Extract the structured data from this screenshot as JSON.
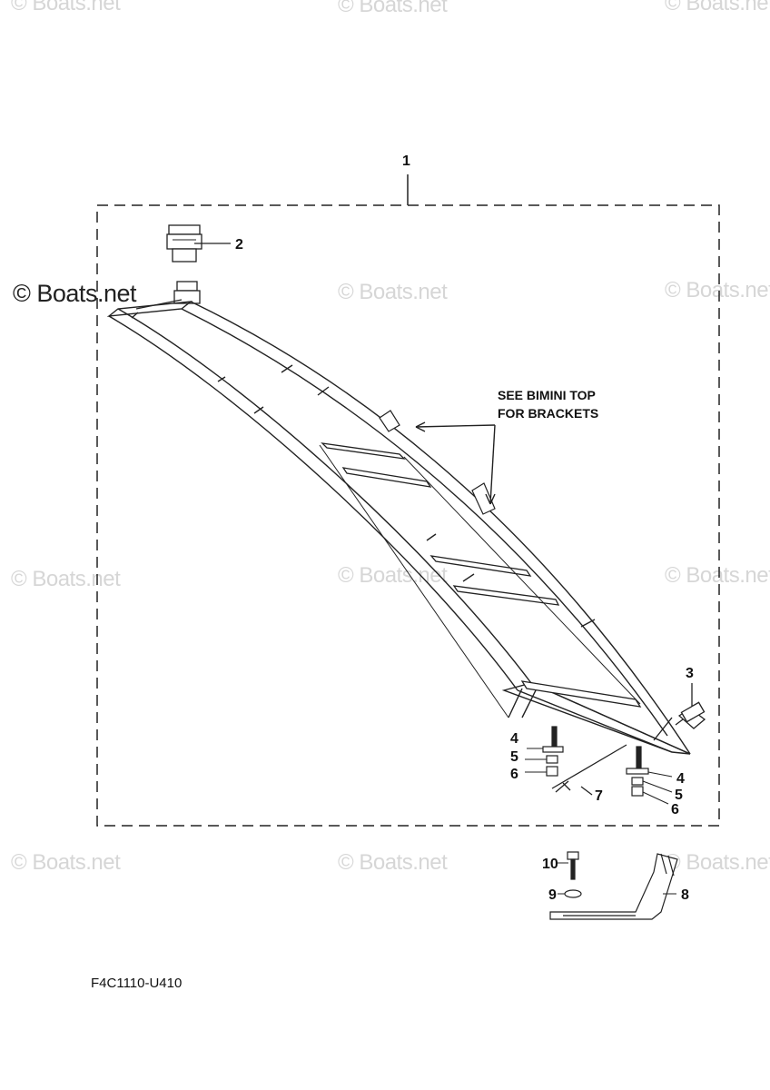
{
  "watermark": "© Boats.net",
  "note": {
    "line1": "SEE BIMINI TOP",
    "line2": "FOR BRACKETS"
  },
  "callouts": {
    "c1": "1",
    "c2": "2",
    "c3": "3",
    "c4a": "4",
    "c5a": "5",
    "c6a": "6",
    "c4b": "4",
    "c5b": "5",
    "c6b": "6",
    "c7": "7",
    "c8": "8",
    "c9": "9",
    "c10": "10"
  },
  "diagram_code": "F4C1110-U410"
}
